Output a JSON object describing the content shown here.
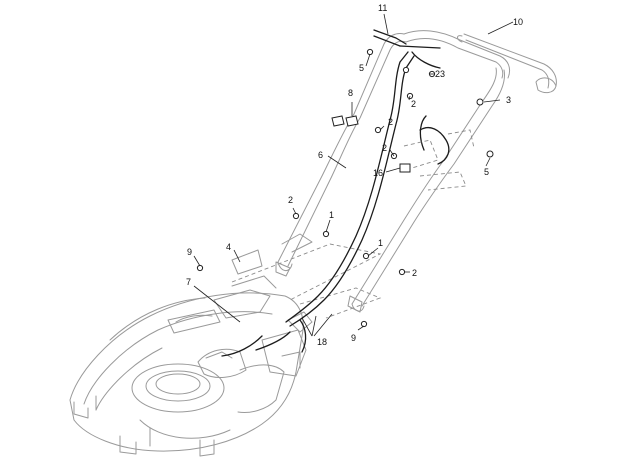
{
  "diagram": {
    "callouts": [
      {
        "id": "c11a",
        "text": "11"
      },
      {
        "id": "c10",
        "text": "10"
      },
      {
        "id": "c5a",
        "text": "5"
      },
      {
        "id": "c23",
        "text": "23"
      },
      {
        "id": "c2a",
        "text": "2"
      },
      {
        "id": "c3",
        "text": "3"
      },
      {
        "id": "c8",
        "text": "8"
      },
      {
        "id": "c2b",
        "text": "2"
      },
      {
        "id": "c6",
        "text": "6"
      },
      {
        "id": "c2c",
        "text": "2"
      },
      {
        "id": "c16",
        "text": "16"
      },
      {
        "id": "c5b",
        "text": "5"
      },
      {
        "id": "c2d",
        "text": "2"
      },
      {
        "id": "c1a",
        "text": "1"
      },
      {
        "id": "c9a",
        "text": "9"
      },
      {
        "id": "c4",
        "text": "4"
      },
      {
        "id": "c1b",
        "text": "1"
      },
      {
        "id": "c2e",
        "text": "2"
      },
      {
        "id": "c7",
        "text": "7"
      },
      {
        "id": "c18",
        "text": "18"
      },
      {
        "id": "c9b",
        "text": "9"
      }
    ],
    "colors": {
      "line": "#9a9a9a",
      "ink": "#1c1c1c",
      "label": "#111111"
    }
  }
}
